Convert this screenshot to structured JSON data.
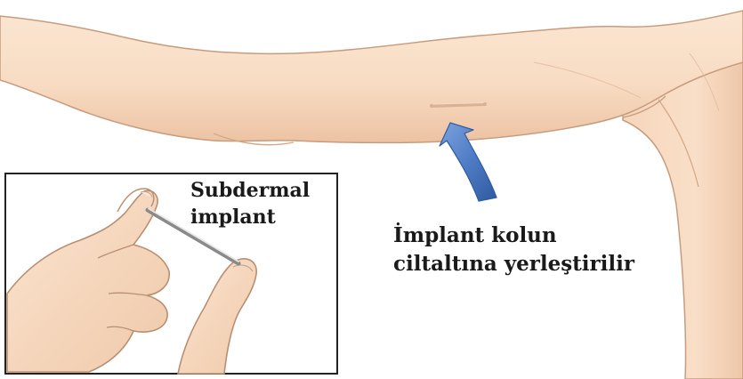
{
  "inset": {
    "title_line1": "Subdermal",
    "title_line2": "implant"
  },
  "caption": {
    "line1": "İmplant kolun",
    "line2": "ciltaltına yerleştirilir"
  },
  "colors": {
    "skin": "#f8dcc3",
    "skin_shadow": "#e3b798",
    "outline": "#b98f72",
    "arrow": "#4f7cc6",
    "arrow_dark": "#2f5a9e",
    "frame": "#222222"
  },
  "icons": {
    "arrow": "arrow-up-icon",
    "implant_rod": "implant-rod-icon",
    "hand": "hand-icon",
    "arm": "arm-icon"
  }
}
